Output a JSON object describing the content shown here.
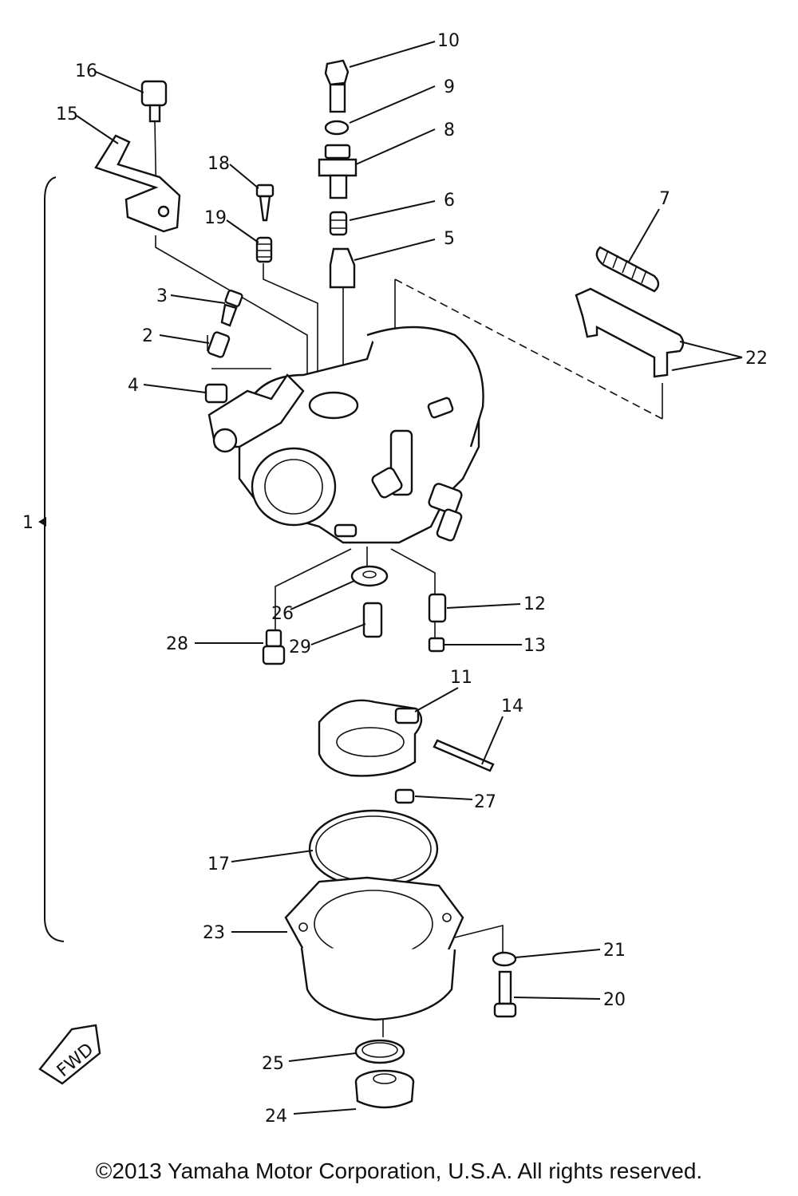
{
  "callouts": [
    {
      "id": "1",
      "label": "1"
    },
    {
      "id": "2",
      "label": "2"
    },
    {
      "id": "3",
      "label": "3"
    },
    {
      "id": "4",
      "label": "4"
    },
    {
      "id": "5",
      "label": "5"
    },
    {
      "id": "6",
      "label": "6"
    },
    {
      "id": "7",
      "label": "7"
    },
    {
      "id": "8",
      "label": "8"
    },
    {
      "id": "9",
      "label": "9"
    },
    {
      "id": "10",
      "label": "10"
    },
    {
      "id": "11",
      "label": "11"
    },
    {
      "id": "12",
      "label": "12"
    },
    {
      "id": "13",
      "label": "13"
    },
    {
      "id": "14",
      "label": "14"
    },
    {
      "id": "15",
      "label": "15"
    },
    {
      "id": "16",
      "label": "16"
    },
    {
      "id": "17",
      "label": "17"
    },
    {
      "id": "18",
      "label": "18"
    },
    {
      "id": "19",
      "label": "19"
    },
    {
      "id": "20",
      "label": "20"
    },
    {
      "id": "21",
      "label": "21"
    },
    {
      "id": "22",
      "label": "22"
    },
    {
      "id": "23",
      "label": "23"
    },
    {
      "id": "24",
      "label": "24"
    },
    {
      "id": "25",
      "label": "25"
    },
    {
      "id": "26",
      "label": "26"
    },
    {
      "id": "27",
      "label": "27"
    },
    {
      "id": "28",
      "label": "28"
    },
    {
      "id": "29",
      "label": "29"
    }
  ],
  "fwd_badge": "FWD",
  "copyright": "©2013 Yamaha Motor Corporation, U.S.A. All rights reserved."
}
